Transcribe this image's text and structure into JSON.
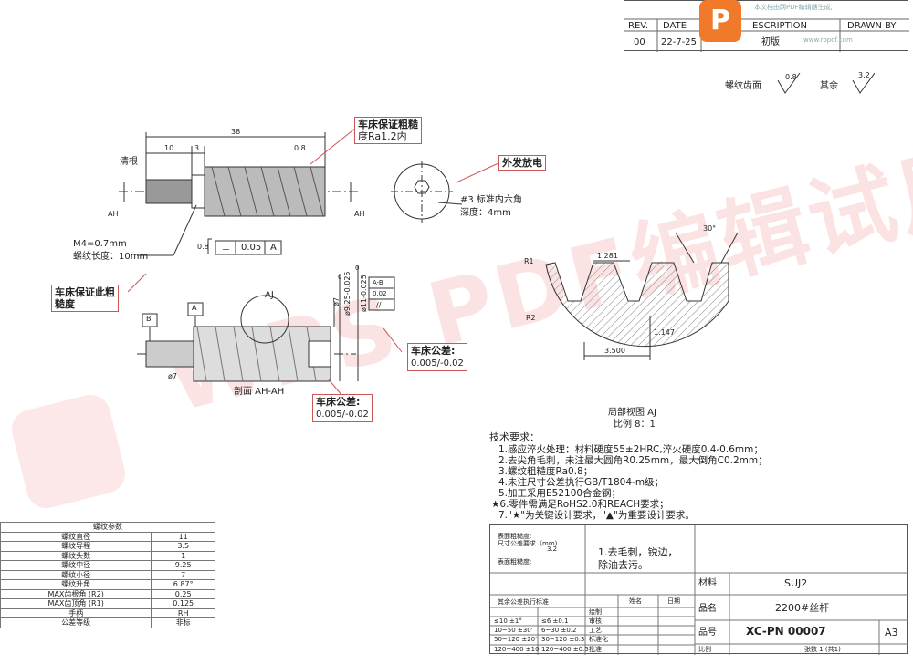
{
  "revision": {
    "headers": {
      "rev": "REV.",
      "date": "DATE",
      "description": "ESCRIPTION",
      "drawn_by": "DRAWN BY"
    },
    "row": {
      "rev": "00",
      "date": "22-7-25",
      "description": "初版"
    },
    "badge_letter": "P",
    "badge_caption_1": "本文档由网PDF编辑器生成,",
    "badge_caption_2": "www.ropdf.com"
  },
  "surface": {
    "thread_label": "螺纹齿面",
    "thread_value": "0.8",
    "other_label": "其余",
    "other_value": "3.2"
  },
  "top_view": {
    "dim_38": "38",
    "dim_10": "10",
    "dim_3": "3",
    "rough_08": "0.8",
    "qing_gen": "清根",
    "ah_left": "AH",
    "ah_right": "AH",
    "m4": "M4=0.7mm",
    "thread_len": "螺纹长度：10mm",
    "rough_08b": "0.8",
    "tol_sym": "⊥",
    "tol_val": "0.05",
    "tol_ref": "A"
  },
  "notes": {
    "lathe_rough_1a": "车床保证粗糙",
    "lathe_rough_1b": "度Ra1.2内",
    "blackening": "外发放电",
    "lathe_rough_2a": "车床保证此粗",
    "lathe_rough_2b": "糙度",
    "lathe_tol_title": "车床公差:",
    "lathe_tol_val": "0.005/-0.02",
    "lathe_tol2_title": "车床公差:",
    "lathe_tol2_val": "0.005/-0.02"
  },
  "end_view": {
    "hex_label": "#3 标准内六角",
    "depth_label": "深度：4mm"
  },
  "section_view": {
    "label_b": "B",
    "label_a": "A",
    "label_aj": "AJ",
    "d7": "ø7",
    "d925": "ø9.25-0.025",
    "d925_top": "0",
    "d11": "ø11-0.025",
    "d11_top": "0",
    "perp": "//",
    "perp_val": "0.02",
    "perp_ref": "A-B",
    "d7b": "ø7",
    "caption": "剖面 AH-AH"
  },
  "detail": {
    "r1": "R1",
    "r2": "R2",
    "angle": "30°",
    "d1281": "1.281",
    "d1147": "1.147",
    "d3500": "3.500",
    "caption1": "局部视图 AJ",
    "caption2": "比例 8：1"
  },
  "requirements": {
    "title": "技术要求：",
    "items": [
      "1.感应淬火处理：材料硬度55±2HRC,淬火硬度0.4-0.6mm；",
      "2.去尖角毛刺，未注最大圆角R0.25mm，最大倒角C0.2mm；",
      "3.螺纹粗糙度Ra0.8；",
      "4.未注尺寸公差执行GB/T1804-m级；",
      "5.加工采用E52100合金钢；",
      "★6.零件需满足RoHS2.0和REACH要求；",
      "7.\"★\"为关键设计要求，\"▲\"为重要设计要求。"
    ]
  },
  "thread_params": {
    "title": "螺纹参数",
    "rows": [
      [
        "螺纹直径",
        "11"
      ],
      [
        "螺纹导程",
        "3.5"
      ],
      [
        "螺纹头数",
        "1"
      ],
      [
        "螺纹中径",
        "9.25"
      ],
      [
        "螺纹小径",
        "7"
      ],
      [
        "螺纹升角",
        "6.87°"
      ],
      [
        "MAX齿根角 (R2)",
        "0.25"
      ],
      [
        "MAX齿顶角 (R1)",
        "0.125"
      ],
      [
        "手柄",
        "RH"
      ],
      [
        "公差等级",
        "非标"
      ]
    ]
  },
  "title_block": {
    "surf_note1": "表面粗糙度:",
    "surf_note2": "尺寸公差要求（mm)",
    "surf_note3": "表面粗糙度:",
    "surf_val": "3.2",
    "deburr1": "1.去毛刺，锐边，",
    "deburr2": "除油去污。",
    "tol_title": "其余公差执行标准",
    "col_name": "姓名",
    "col_date": "日期",
    "tol_rows": [
      [
        "≤10 ±1°",
        "≤6 ±0.1"
      ],
      [
        "10~50 ±30'",
        "6~30 ±0.2"
      ],
      [
        "50~120 ±20'",
        "30~120 ±0.3"
      ],
      [
        "120~400 ±10'",
        "120~400 ±0.5"
      ]
    ],
    "roles": [
      "绘制",
      "审核",
      "工艺",
      "标准化",
      "批准"
    ],
    "material_label": "材料",
    "material_value": "SUJ2",
    "name_label": "品名",
    "name_value": "2200#丝杆",
    "part_label": "品号",
    "part_value": "XC-PN 00007",
    "size": "A3",
    "scale_label": "比例",
    "sheet_value": "张数 1 (共1)"
  },
  "watermark": {
    "text": "WPS PDF编辑试用"
  }
}
